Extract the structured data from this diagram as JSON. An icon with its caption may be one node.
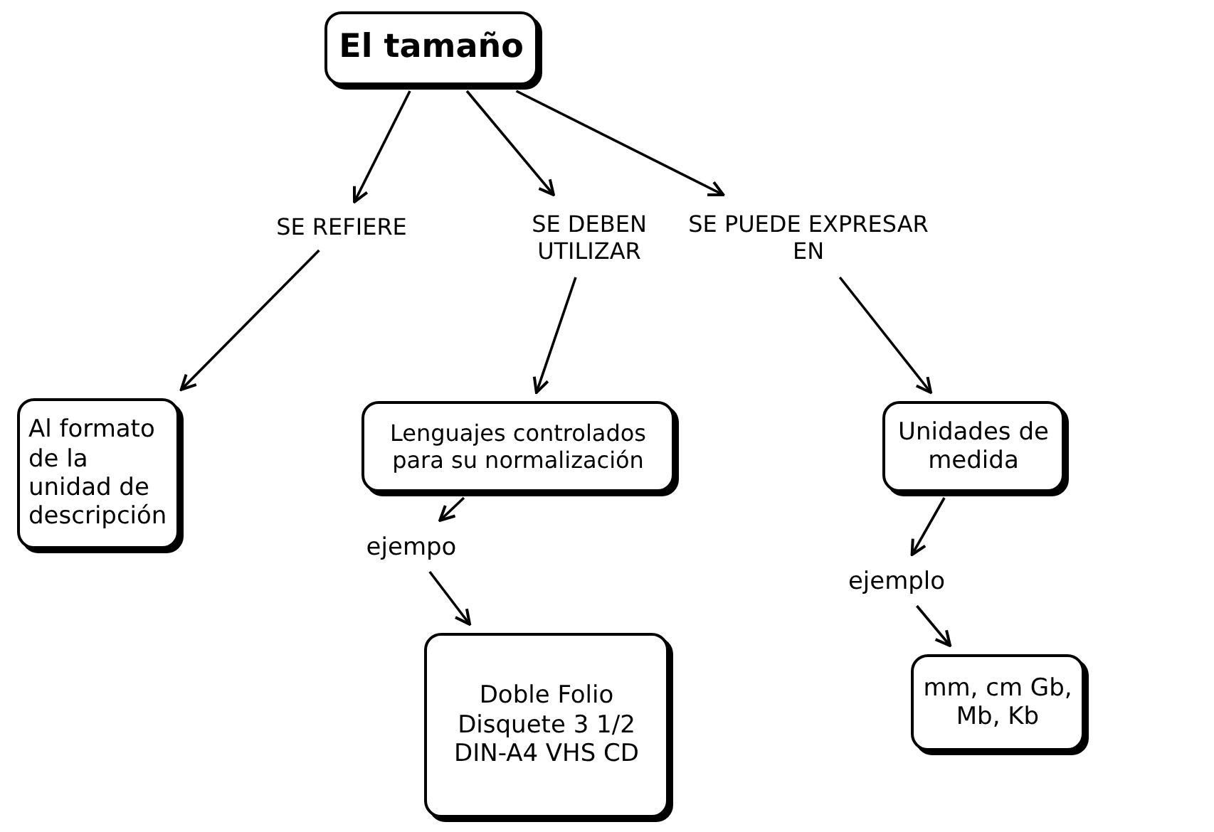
{
  "diagram": {
    "nodes": [
      {
        "text": [
          "El tamaño"
        ]
      },
      {
        "text": [
          "SE REFIERE"
        ]
      },
      {
        "text": [
          "SE DEBEN UTILIZAR"
        ]
      },
      {
        "text": [
          "SE PUEDE EXPRESAR EN"
        ]
      },
      {
        "text": [
          "Al formato de la unidad de descripción"
        ]
      },
      {
        "text": [
          "Lenguajes controlados para su normalización"
        ]
      },
      {
        "text": [
          "Unidades de medida"
        ]
      },
      {
        "text": [
          "ejempo"
        ]
      },
      {
        "text": [
          "Doble Folio Disquete 3 1/2 DIN-A4 VHS CD"
        ]
      },
      {
        "text": [
          "ejemplo"
        ]
      },
      {
        "text": [
          "mm, cm Gb, Mb, Kb"
        ]
      }
    ],
    "edges": [
      {
        "from": 0,
        "to": 1,
        "arrow": "to"
      },
      {
        "from": 0,
        "to": 2,
        "arrow": "to"
      },
      {
        "from": 0,
        "to": 3,
        "arrow": "to"
      },
      {
        "from": 1,
        "to": 4,
        "arrow": "to"
      },
      {
        "from": 2,
        "to": 5,
        "arrow": "to"
      },
      {
        "from": 3,
        "to": 6,
        "arrow": "to"
      },
      {
        "from": 5,
        "to": 7,
        "arrow": "to"
      },
      {
        "from": 7,
        "to": 8,
        "arrow": "to"
      },
      {
        "from": 6,
        "to": 9,
        "arrow": "to"
      },
      {
        "from": 9,
        "to": 10,
        "arrow": "to"
      }
    ]
  }
}
